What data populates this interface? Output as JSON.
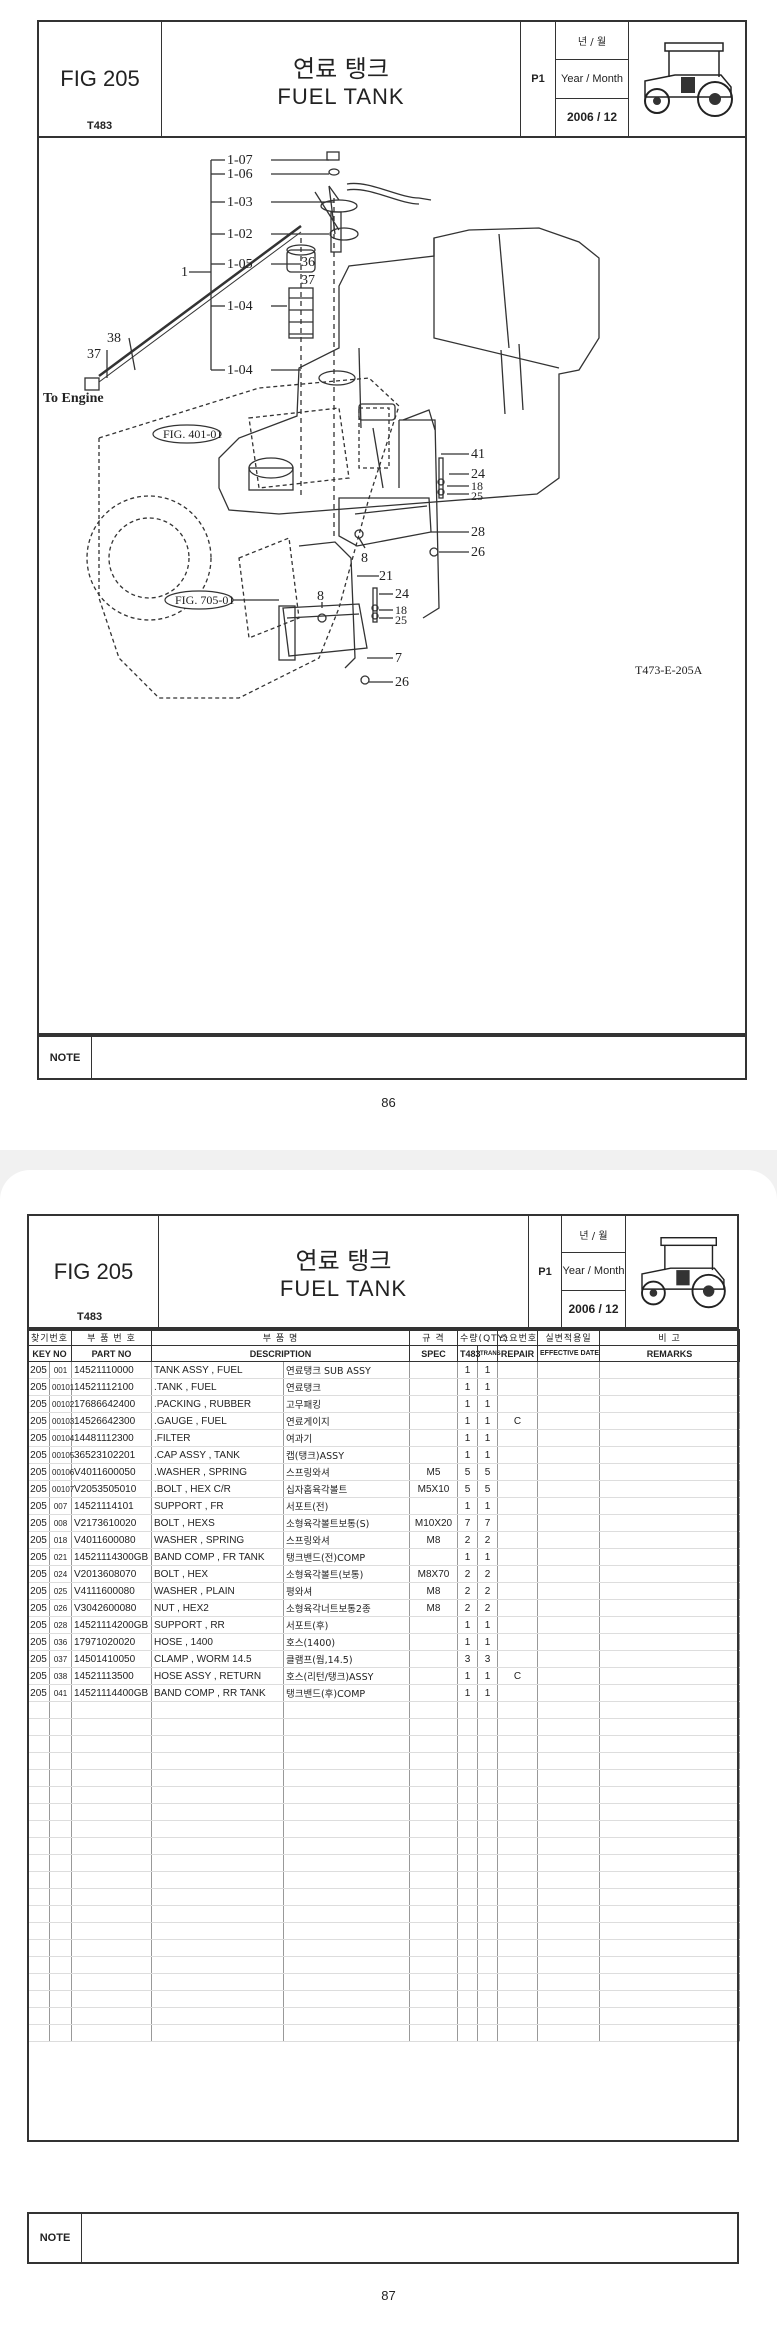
{
  "header": {
    "fig": "FIG 205",
    "model": "T483",
    "title_ko": "연료 탱크",
    "title_en": "FUEL TANK",
    "page": "P1",
    "year_month_ko": "년 / 월",
    "year_month_en": "Year / Month",
    "date": "2006 / 12"
  },
  "diagram": {
    "callouts": [
      "1-07",
      "1-06",
      "1-03",
      "1-02",
      "1-05",
      "1-04",
      "1-04",
      "1",
      "36",
      "37",
      "38",
      "37",
      "41",
      "24",
      "18",
      "25",
      "28",
      "26",
      "8",
      "21",
      "24",
      "18",
      "25",
      "7",
      "26",
      "8"
    ],
    "to_engine": "To Engine",
    "fig_ref_1": "FIG. 401-01",
    "fig_ref_2": "FIG. 705-01",
    "drawing_code": "T473-E-205A"
  },
  "note_label": "NOTE",
  "page_numbers": [
    "86",
    "87"
  ],
  "table": {
    "headers_ko": [
      "찾기번호",
      "부 품 번 호",
      "부 품 명",
      "규 격",
      "수량(QTY)",
      "소요번호",
      "실변적용일",
      "비 고"
    ],
    "headers_en": [
      "KEY NO",
      "PART NO",
      "DESCRIPTION",
      "SPEC",
      "T483",
      "REPAIR",
      "EFFECTIVE DATE",
      "REMARKS"
    ],
    "qty_sub": "TRANS",
    "rows": [
      {
        "fig": "205",
        "key": "001",
        "part": "14521110000",
        "desc": "TANK ASSY , FUEL",
        "ko": "연료탱크 SUB ASSY",
        "spec": "",
        "q1": "1",
        "q2": "1",
        "rep": ""
      },
      {
        "fig": "205",
        "key": "00101",
        "part": "14521112100",
        "desc": ".TANK , FUEL",
        "ko": "연료탱크",
        "spec": "",
        "q1": "1",
        "q2": "1",
        "rep": ""
      },
      {
        "fig": "205",
        "key": "00102",
        "part": "17686642400",
        "desc": ".PACKING , RUBBER",
        "ko": "고무패킹",
        "spec": "",
        "q1": "1",
        "q2": "1",
        "rep": ""
      },
      {
        "fig": "205",
        "key": "00103",
        "part": "14526642300",
        "desc": ".GAUGE , FUEL",
        "ko": "연료게이지",
        "spec": "",
        "q1": "1",
        "q2": "1",
        "rep": "C"
      },
      {
        "fig": "205",
        "key": "00104",
        "part": "14481112300",
        "desc": ".FILTER",
        "ko": "여과기",
        "spec": "",
        "q1": "1",
        "q2": "1",
        "rep": ""
      },
      {
        "fig": "205",
        "key": "00105",
        "part": "36523102201",
        "desc": ".CAP ASSY , TANK",
        "ko": "캡(탱크)ASSY",
        "spec": "",
        "q1": "1",
        "q2": "1",
        "rep": ""
      },
      {
        "fig": "205",
        "key": "00106",
        "part": "V4011600050",
        "desc": ".WASHER , SPRING",
        "ko": "스프링와셔",
        "spec": "M5",
        "q1": "5",
        "q2": "5",
        "rep": ""
      },
      {
        "fig": "205",
        "key": "00107",
        "part": "V2053505010",
        "desc": ".BOLT , HEX C/R",
        "ko": "십자홈육각볼트",
        "spec": "M5X10",
        "q1": "5",
        "q2": "5",
        "rep": ""
      },
      {
        "fig": "205",
        "key": "007",
        "part": "14521114101",
        "desc": "SUPPORT , FR",
        "ko": "서포트(전)",
        "spec": "",
        "q1": "1",
        "q2": "1",
        "rep": ""
      },
      {
        "fig": "205",
        "key": "008",
        "part": "V2173610020",
        "desc": "BOLT , HEXS",
        "ko": "소형육각볼트보통(S)",
        "spec": "M10X20",
        "q1": "7",
        "q2": "7",
        "rep": ""
      },
      {
        "fig": "205",
        "key": "018",
        "part": "V4011600080",
        "desc": "WASHER , SPRING",
        "ko": "스프링와셔",
        "spec": "M8",
        "q1": "2",
        "q2": "2",
        "rep": ""
      },
      {
        "fig": "205",
        "key": "021",
        "part": "14521114300GB",
        "desc": "BAND COMP , FR TANK",
        "ko": "탱크밴드(전)COMP",
        "spec": "",
        "q1": "1",
        "q2": "1",
        "rep": ""
      },
      {
        "fig": "205",
        "key": "024",
        "part": "V2013608070",
        "desc": "BOLT , HEX",
        "ko": "소형육각볼트(보통)",
        "spec": "M8X70",
        "q1": "2",
        "q2": "2",
        "rep": ""
      },
      {
        "fig": "205",
        "key": "025",
        "part": "V4111600080",
        "desc": "WASHER , PLAIN",
        "ko": "평와셔",
        "spec": "M8",
        "q1": "2",
        "q2": "2",
        "rep": ""
      },
      {
        "fig": "205",
        "key": "026",
        "part": "V3042600080",
        "desc": "NUT , HEX2",
        "ko": "소형육각너트보통2종",
        "spec": "M8",
        "q1": "2",
        "q2": "2",
        "rep": ""
      },
      {
        "fig": "205",
        "key": "028",
        "part": "14521114200GB",
        "desc": "SUPPORT , RR",
        "ko": "서포트(후)",
        "spec": "",
        "q1": "1",
        "q2": "1",
        "rep": ""
      },
      {
        "fig": "205",
        "key": "036",
        "part": "17971020020",
        "desc": "HOSE , 1400",
        "ko": "호스(1400)",
        "spec": "",
        "q1": "1",
        "q2": "1",
        "rep": ""
      },
      {
        "fig": "205",
        "key": "037",
        "part": "14501410050",
        "desc": "CLAMP , WORM 14.5",
        "ko": "클램프(웜,14.5)",
        "spec": "",
        "q1": "3",
        "q2": "3",
        "rep": ""
      },
      {
        "fig": "205",
        "key": "038",
        "part": "14521113500",
        "desc": "HOSE ASSY , RETURN",
        "ko": "호스(리턴/탱크)ASSY",
        "spec": "",
        "q1": "1",
        "q2": "1",
        "rep": "C"
      },
      {
        "fig": "205",
        "key": "041",
        "part": "14521114400GB",
        "desc": "BAND COMP , RR TANK",
        "ko": "탱크밴드(후)COMP",
        "spec": "",
        "q1": "1",
        "q2": "1",
        "rep": ""
      }
    ],
    "empty_rows": 20
  }
}
